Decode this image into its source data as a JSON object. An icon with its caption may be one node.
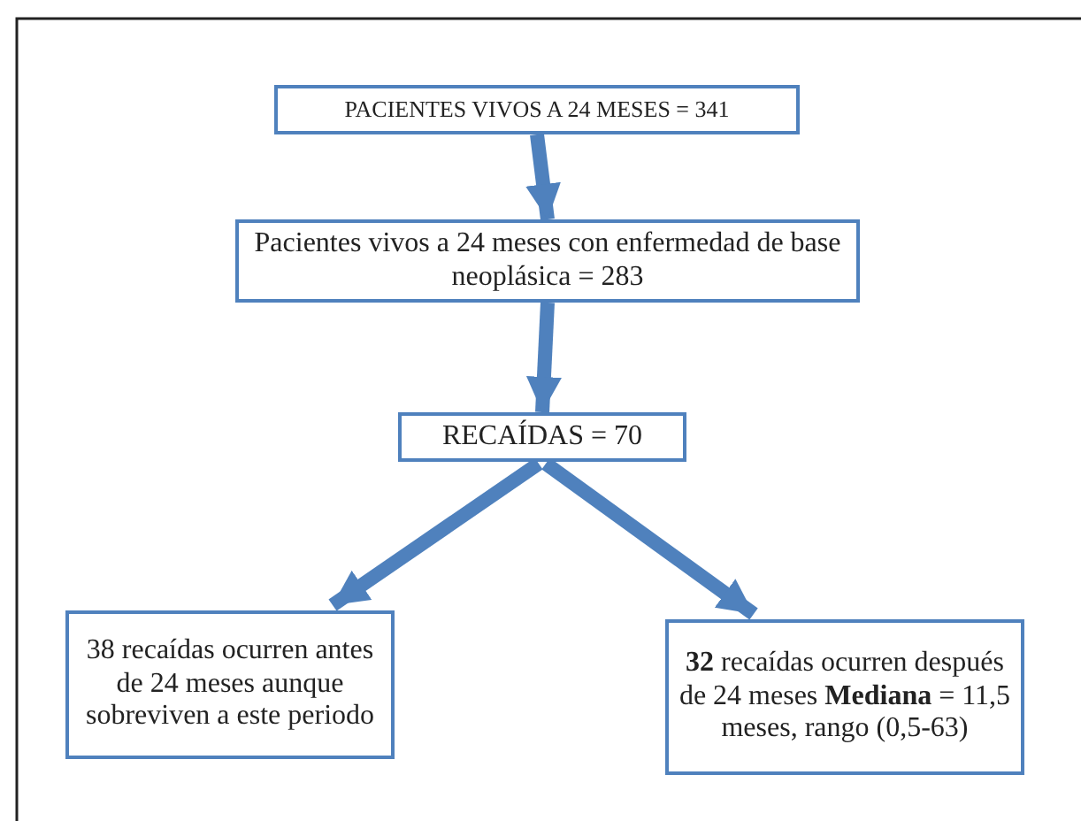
{
  "diagram": {
    "nodes": [
      {
        "text": [
          "PACIENTES VIVOS A 24 MESES = 341"
        ]
      },
      {
        "text": [
          "Pacientes vivos a 24 meses con enfermedad de base neoplásica = 283"
        ]
      },
      {
        "text": [
          "RECAÍDAS = 70"
        ]
      },
      {
        "text": [
          "38 recaídas ocurren antes de 24 meses aunque sobreviven a este periodo"
        ]
      },
      {
        "text": [
          "**32** recaídas ocurren después de 24 meses **Mediana** = 11,5 meses, rango (0,5-63)"
        ]
      }
    ],
    "edges": [
      {
        "from": 0,
        "to": 1,
        "arrow": "to"
      },
      {
        "from": 1,
        "to": 2,
        "arrow": "to"
      },
      {
        "from": 2,
        "to": 3,
        "arrow": "to"
      },
      {
        "from": 2,
        "to": 4,
        "arrow": "to"
      }
    ]
  }
}
